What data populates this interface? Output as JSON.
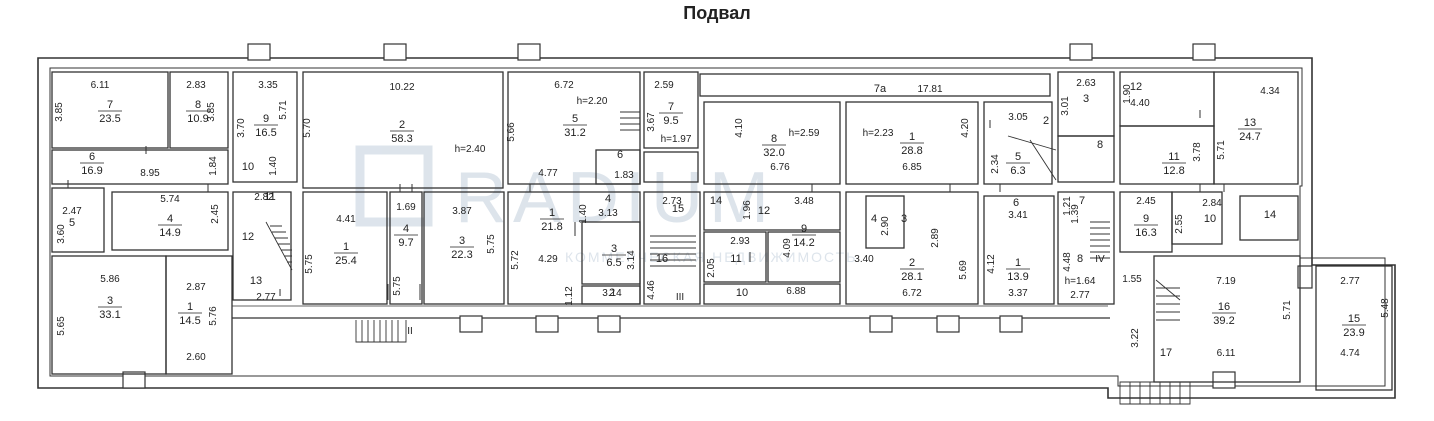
{
  "title": "Подвал",
  "watermark": {
    "brand": "RADIUM",
    "tagline": "КОММЕРЧЕСКАЯ НЕДВИЖИМОСТЬ",
    "color": "#9fb3c8"
  },
  "rooms": [
    {
      "num": "7",
      "area": "23.5",
      "dims": [
        "6.11",
        "3.85"
      ]
    },
    {
      "num": "8",
      "area": "10.9",
      "dims": [
        "2.83",
        "3.85"
      ]
    },
    {
      "num": "9",
      "area": "16.5",
      "dims": [
        "3.35",
        "3.70",
        "5.71"
      ]
    },
    {
      "num": "2",
      "area": "58.3",
      "dims": [
        "10.22",
        "5.70"
      ],
      "height": "h=2.40"
    },
    {
      "num": "5",
      "area": "31.2",
      "dims": [
        "6.72",
        "5.66",
        "4.77"
      ],
      "height": "h=2.20"
    },
    {
      "num": "7",
      "area": "9.5",
      "dims": [
        "2.59",
        "3.67"
      ],
      "height": "h=1.97"
    },
    {
      "num": "7а",
      "area": "",
      "dims": [
        "17.81"
      ]
    },
    {
      "num": "8",
      "area": "32.0",
      "dims": [
        "4.10",
        "6.76"
      ],
      "height": "h=2.59"
    },
    {
      "num": "1",
      "area": "28.8",
      "dims": [
        "6.85",
        "4.20"
      ],
      "height": "h=2.23"
    },
    {
      "num": "2",
      "area": "",
      "dims": [
        "3.05"
      ]
    },
    {
      "num": "3",
      "area": "",
      "dims": [
        "2.63",
        "3.01"
      ]
    },
    {
      "num": "12",
      "area": "",
      "dims": [
        "1.90",
        "4.40"
      ]
    },
    {
      "num": "13",
      "area": "24.7",
      "dims": [
        "4.34",
        "5.71"
      ]
    },
    {
      "num": "6",
      "area": "16.9",
      "dims": [
        "8.95",
        "1.84"
      ]
    },
    {
      "num": "10",
      "area": "",
      "dims": [
        "1.40"
      ]
    },
    {
      "num": "6",
      "area": "",
      "dims": [
        "1.83"
      ]
    },
    {
      "num": "5",
      "area": "6.3",
      "dims": [
        "2.34"
      ]
    },
    {
      "num": "8",
      "area": "",
      "dims": []
    },
    {
      "num": "11",
      "area": "12.8",
      "dims": [
        "3.78"
      ]
    },
    {
      "num": "5",
      "area": "",
      "dims": [
        "2.47",
        "3.60"
      ]
    },
    {
      "num": "4",
      "area": "14.9",
      "dims": [
        "5.74",
        "2.45"
      ]
    },
    {
      "num": "11",
      "area": "",
      "dims": [
        "2.82"
      ]
    },
    {
      "num": "12",
      "area": "",
      "dims": []
    },
    {
      "num": "1",
      "area": "25.4",
      "dims": [
        "4.41",
        "5.75"
      ]
    },
    {
      "num": "4",
      "area": "9.7",
      "dims": [
        "1.69",
        "5.75"
      ]
    },
    {
      "num": "3",
      "area": "22.3",
      "dims": [
        "3.87",
        "5.75"
      ]
    },
    {
      "num": "1",
      "area": "21.8",
      "dims": [
        "5.72",
        "4.29"
      ]
    },
    {
      "num": "4",
      "area": "",
      "dims": [
        "3.13",
        "1.40"
      ]
    },
    {
      "num": "3",
      "area": "6.5",
      "dims": [
        "3.14"
      ]
    },
    {
      "num": "2",
      "area": "",
      "dims": [
        "3.14",
        "1.12"
      ]
    },
    {
      "num": "15",
      "area": "",
      "dims": [
        "2.73"
      ]
    },
    {
      "num": "16",
      "area": "",
      "dims": [
        "4.46"
      ]
    },
    {
      "num": "14",
      "area": "",
      "dims": [
        "1.96"
      ]
    },
    {
      "num": "12",
      "area": "",
      "dims": []
    },
    {
      "num": "11",
      "area": "",
      "dims": [
        "2.93",
        "2.05"
      ]
    },
    {
      "num": "9",
      "area": "14.2",
      "dims": [
        "3.48",
        "4.09"
      ]
    },
    {
      "num": "10",
      "area": "",
      "dims": [
        "6.88"
      ]
    },
    {
      "num": "4",
      "area": "",
      "dims": [
        "2.90"
      ]
    },
    {
      "num": "3",
      "area": "",
      "dims": [
        "3.40"
      ]
    },
    {
      "num": "2",
      "area": "28.1",
      "dims": [
        "6.72",
        "2.89",
        "5.69"
      ]
    },
    {
      "num": "6",
      "area": "",
      "dims": [
        "3.41"
      ]
    },
    {
      "num": "1",
      "area": "13.9",
      "dims": [
        "4.12",
        "3.37"
      ]
    },
    {
      "num": "7",
      "area": "",
      "dims": [
        "1.21",
        "1.39"
      ]
    },
    {
      "num": "8",
      "area": "",
      "dims": [
        "4.48",
        "2.77"
      ],
      "height": "h=1.64"
    },
    {
      "num": "9",
      "area": "16.3",
      "dims": [
        "2.45"
      ]
    },
    {
      "num": "10",
      "area": "",
      "dims": [
        "2.84",
        "2.55"
      ]
    },
    {
      "num": "14",
      "area": "",
      "dims": []
    },
    {
      "num": "3",
      "area": "33.1",
      "dims": [
        "5.86",
        "5.65"
      ]
    },
    {
      "num": "1",
      "area": "14.5",
      "dims": [
        "2.87",
        "5.76",
        "2.60"
      ]
    },
    {
      "num": "13",
      "area": "",
      "dims": [
        "2.77"
      ]
    },
    {
      "num": "16",
      "area": "39.2",
      "dims": [
        "7.19",
        "5.71",
        "6.11",
        "1.55",
        "3.22"
      ]
    },
    {
      "num": "15",
      "area": "23.9",
      "dims": [
        "2.77",
        "5.48",
        "4.74"
      ]
    },
    {
      "num": "17",
      "area": "",
      "dims": []
    }
  ],
  "stair_marks": [
    "I",
    "II",
    "III",
    "IV"
  ]
}
